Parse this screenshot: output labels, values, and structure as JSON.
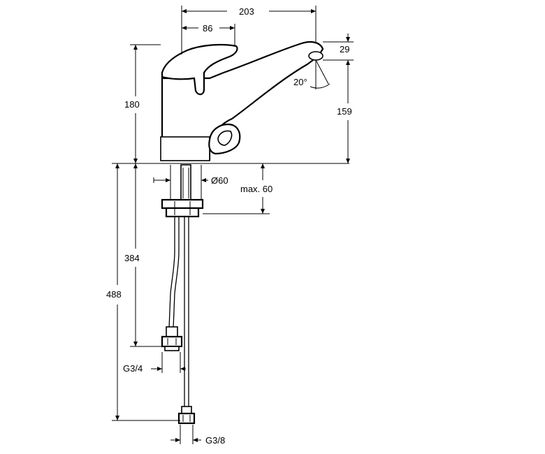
{
  "dimensions": {
    "spout_reach": "203",
    "lever_offset": "86",
    "outlet_height_diff": "29",
    "swivel_angle": "20°",
    "outlet_height": "159",
    "total_height": "180",
    "base_diameter": "Ø60",
    "max_counter_thickness": "max. 60",
    "hose_short_length": "384",
    "hose_long_length": "488",
    "thread_short": "G3/4",
    "thread_long": "G3/8"
  }
}
